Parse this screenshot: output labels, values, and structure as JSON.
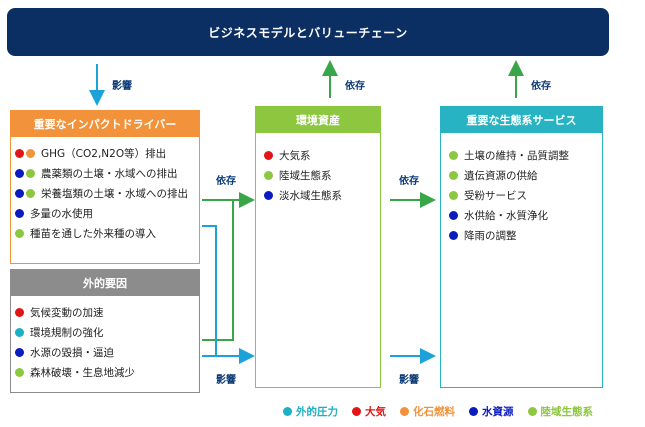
{
  "banner": "ビジネスモデルとバリューチェーン",
  "colors": {
    "external": "#1bb0c4",
    "atmosphere": "#e11515",
    "fossil": "#f2923b",
    "water": "#0a1bbf",
    "terrestrial": "#8dc63f",
    "navy": "#0c2f63",
    "orange_head": "#f2923b",
    "gray_head": "#8c8c8c",
    "green_head": "#8dc63f",
    "teal_head": "#27b3c2"
  },
  "drivers": {
    "title": "重要なインパクトドライバー",
    "items": [
      {
        "label": "GHG（CO2,N2O等）排出",
        "dots": [
          "atmosphere",
          "fossil"
        ]
      },
      {
        "label": "農薬類の土壌・水域への排出",
        "dots": [
          "water",
          "terrestrial"
        ]
      },
      {
        "label": "栄養塩類の土壌・水域への排出",
        "dots": [
          "water",
          "terrestrial"
        ]
      },
      {
        "label": "多量の水使用",
        "dots": [
          "water"
        ]
      },
      {
        "label": "種苗を通した外来種の導入",
        "dots": [
          "terrestrial"
        ]
      }
    ]
  },
  "external_factors": {
    "title": "外的要因",
    "items": [
      {
        "label": "気候変動の加速",
        "dots": [
          "atmosphere"
        ]
      },
      {
        "label": "環境規制の強化",
        "dots": [
          "external"
        ]
      },
      {
        "label": "水源の毀損・逼迫",
        "dots": [
          "water"
        ]
      },
      {
        "label": "森林破壊・生息地減少",
        "dots": [
          "terrestrial"
        ]
      }
    ]
  },
  "assets": {
    "title": "環境資産",
    "items": [
      {
        "label": "大気系",
        "dots": [
          "atmosphere"
        ]
      },
      {
        "label": "陸域生態系",
        "dots": [
          "terrestrial"
        ]
      },
      {
        "label": "淡水域生態系",
        "dots": [
          "water"
        ]
      }
    ]
  },
  "services": {
    "title": "重要な生態系サービス",
    "items": [
      {
        "label": "土壌の維持・品質調整",
        "dots": [
          "terrestrial"
        ]
      },
      {
        "label": "遺伝資源の供給",
        "dots": [
          "terrestrial"
        ]
      },
      {
        "label": "受粉サービス",
        "dots": [
          "terrestrial"
        ]
      },
      {
        "label": "水供給・水質浄化",
        "dots": [
          "water"
        ]
      },
      {
        "label": "降雨の調整",
        "dots": [
          "water"
        ]
      }
    ]
  },
  "arrow_labels": {
    "impact_top": "影響",
    "depend_assets_up": "依存",
    "depend_services_up": "依存",
    "depend_drivers": "依存",
    "depend_assets_services": "依存",
    "impact_bottom": "影響",
    "impact_bottom_right": "影響"
  },
  "legend": [
    {
      "label": "外的圧力",
      "color": "external"
    },
    {
      "label": "大気",
      "color": "atmosphere"
    },
    {
      "label": "化石燃料",
      "color": "fossil"
    },
    {
      "label": "水資源",
      "color": "water"
    },
    {
      "label": "陸域生態系",
      "color": "terrestrial"
    }
  ]
}
